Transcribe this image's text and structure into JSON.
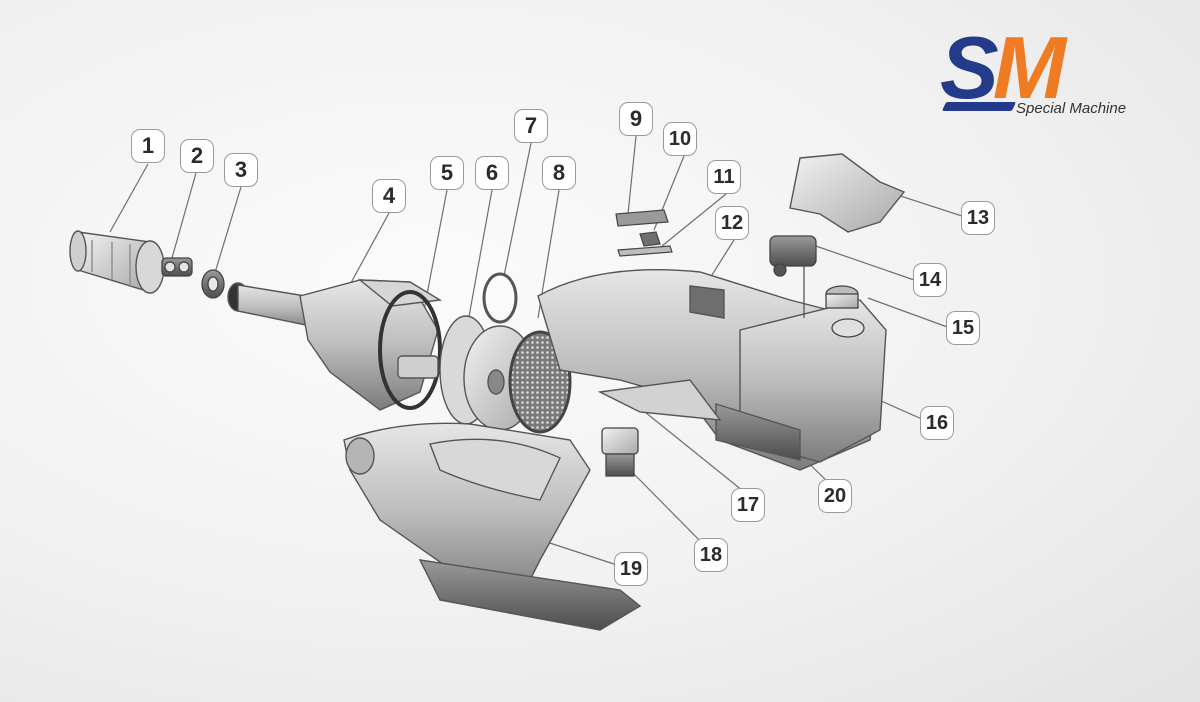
{
  "brand": {
    "logo_letter_1": "S",
    "logo_letter_2": "M",
    "subtitle": "Special Machine",
    "color_primary": "#243a8a",
    "color_accent": "#ef7b22"
  },
  "callouts": [
    "1",
    "2",
    "3",
    "4",
    "5",
    "6",
    "7",
    "8",
    "9",
    "10",
    "11",
    "12",
    "13",
    "14",
    "15",
    "16",
    "17",
    "18",
    "19",
    "20"
  ],
  "icons": {
    "part_drawing": "exploded-sprayer-illustration"
  }
}
